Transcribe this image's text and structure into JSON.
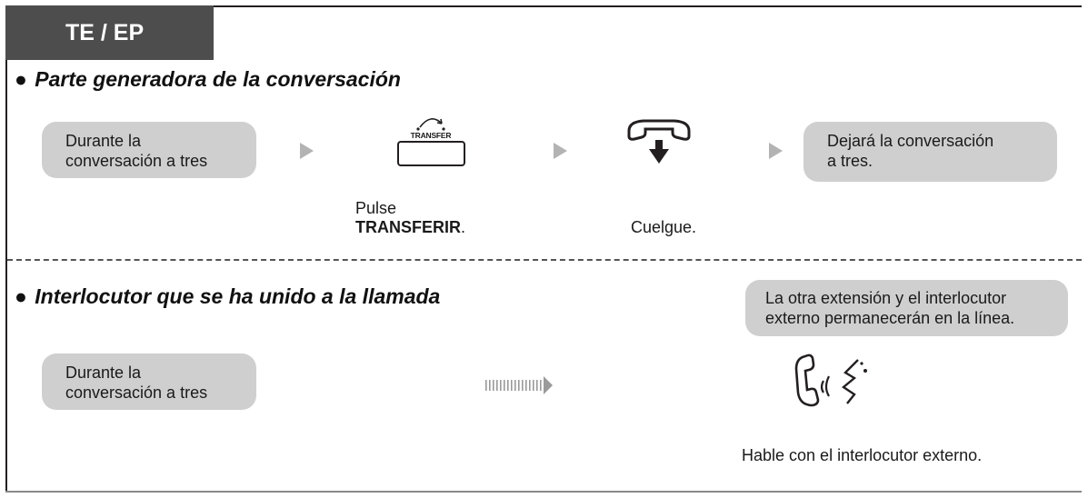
{
  "header": {
    "title": "TE / EP"
  },
  "section1": {
    "title": "Parte generadora de la conversación",
    "bullet": "●",
    "start_step": [
      "Durante la",
      "conversación a tres"
    ],
    "step1_caption_line1": "Pulse",
    "step1_caption_bold": "TRANSFERIR",
    "step1_caption_end": ".",
    "key_label": "TRANSFER",
    "step2_caption": "Cuelgue.",
    "result": [
      "Dejará la conversación",
      "a tres."
    ]
  },
  "section2": {
    "title": "Interlocutor que se ha unido a la llamada",
    "bullet": "●",
    "start_step": [
      "Durante la",
      "conversación a tres"
    ],
    "result": [
      "La otra extensión y el interlocutor",
      "externo permanecerán en la línea."
    ],
    "caption": "Hable con el interlocutor externo."
  },
  "icons": {
    "key_arc": "transfer-arrow-icon",
    "hangup": "handset-on-hook-icon",
    "talk": "talk-handset-icon",
    "flow_arrow": "dotted-flow-arrow-icon"
  }
}
